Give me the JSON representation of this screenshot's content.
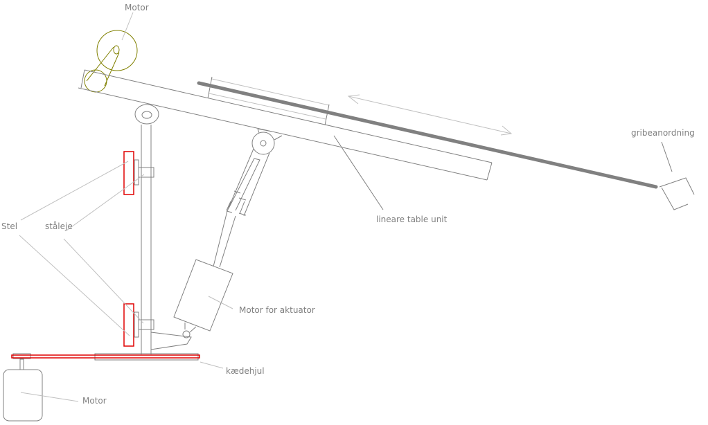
{
  "labels": {
    "motor_top": "Motor",
    "gripper": "gribeanordning",
    "linear_unit": "lineare table unit",
    "frame": "Stel",
    "bearing": "ståleje",
    "actuator_motor": "Motor for aktuator",
    "sprocket": "kædehjul",
    "motor_bottom": "Motor"
  },
  "colors": {
    "line": "#808080",
    "leader": "#c0c0c0",
    "belt": "#808000",
    "bearing": "#e00000"
  }
}
